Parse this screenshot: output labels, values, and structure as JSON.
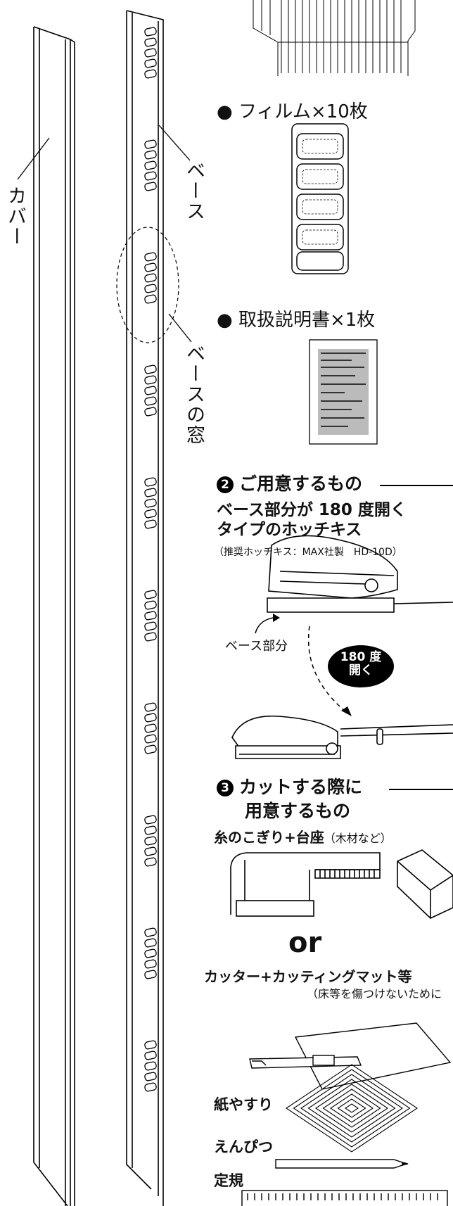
{
  "parts": {
    "cover_label": "カバー",
    "base_label": "ベース",
    "window_label": "ベースの窓"
  },
  "items": {
    "film": "フィルム×10枚",
    "manual": "取扱説明書×1枚"
  },
  "section2": {
    "number": "2",
    "title": "ご用意するもの",
    "heading_line1": "ベース部分が 180 度開く",
    "heading_line2": "タイプのホッチキス",
    "note": "（推奨ホッチキス：MAX社製　HD-10D）",
    "base_part_label": "ベース部分",
    "badge_line1": "180 度",
    "badge_line2": "開く"
  },
  "section3": {
    "number": "3",
    "title_line1": "カットする際に",
    "title_line2": "用意するもの",
    "saw_label": "糸のこぎり+台座",
    "saw_note": "（木材など）",
    "or_label": "or",
    "cutter_label": "カッター+カッティングマット等",
    "cutter_note": "（床等を傷つけないために",
    "sandpaper_label": "紙やすり",
    "pencil_label": "えんぴつ",
    "ruler_label": "定規"
  }
}
